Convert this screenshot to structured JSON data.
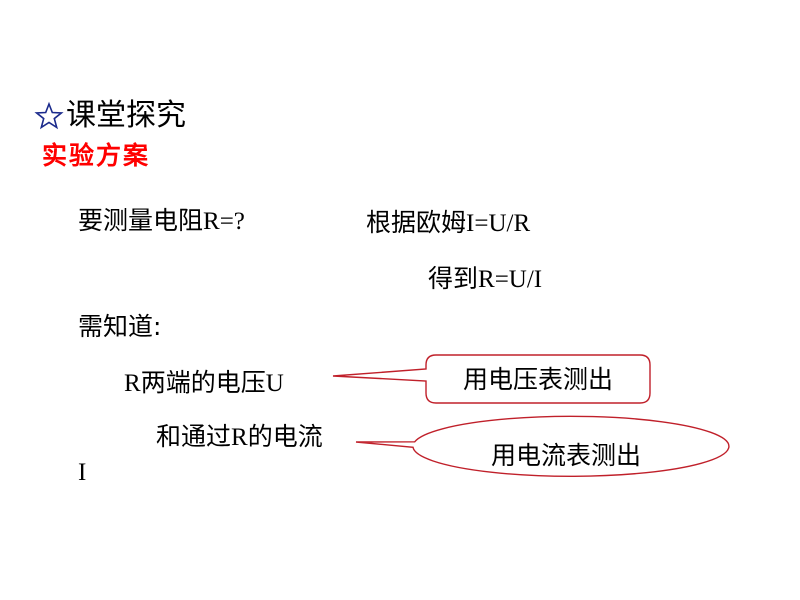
{
  "slide": {
    "section_title": "课堂探究",
    "plan_label": "实验方案",
    "measure_prefix": "要测量电阻",
    "measure_suffix": "R=?",
    "ohm_prefix": "根据欧姆",
    "ohm_formula": "I=U/R",
    "get_prefix": "得到",
    "get_formula": "R=U/I",
    "need_know": "需知道:",
    "voltage_r": "R",
    "voltage_mid": "两端的电压",
    "voltage_u": "U",
    "current_prefix": "和通过",
    "current_r": "R",
    "current_suffix": "的电流",
    "current_i": "I",
    "callout_voltage": "用电压表测出",
    "callout_current": "用电流表测出"
  },
  "colors": {
    "accent_red": "#ff0000",
    "callout_border": "#c0202a",
    "text": "#000000"
  },
  "icons": {
    "title_marker": "star-outline-icon"
  }
}
